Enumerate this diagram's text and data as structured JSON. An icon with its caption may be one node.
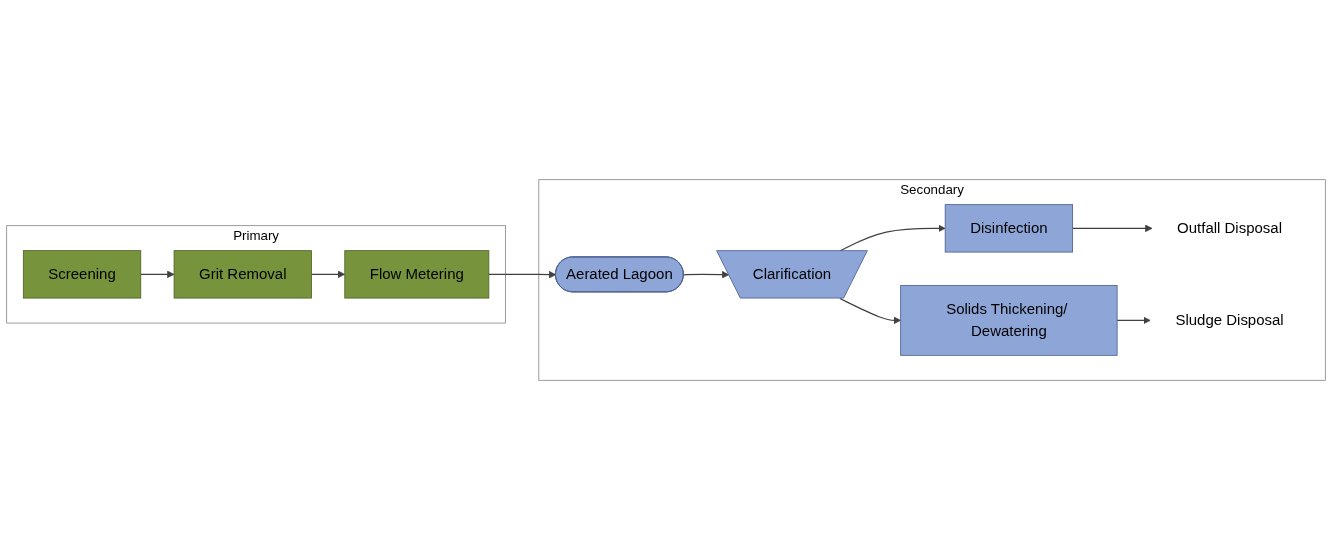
{
  "diagram": {
    "nodes": [
      {
        "text": [
          "Primary"
        ]
      },
      {
        "text": [
          "Screening"
        ],
        "in": 0
      },
      {
        "text": [
          "Grit Removal"
        ],
        "in": 0
      },
      {
        "text": [
          "Flow Metering"
        ],
        "in": 0
      },
      {
        "text": [
          "Secondary"
        ]
      },
      {
        "text": [
          "Aerated Lagoon"
        ],
        "in": 4
      },
      {
        "text": [
          "Clarification"
        ],
        "in": 4
      },
      {
        "text": [
          "Disinfection"
        ],
        "in": 4
      },
      {
        "text": [
          "Outfall Disposal"
        ],
        "in": 4
      },
      {
        "text": [
          "Solids Thickening/ Dewatering"
        ],
        "in": 4
      },
      {
        "text": [
          "Sludge Disposal"
        ],
        "in": 4
      }
    ],
    "edges": [
      {
        "from": 1,
        "to": 2,
        "arrow": "to"
      },
      {
        "from": 2,
        "to": 3,
        "arrow": "to"
      },
      {
        "from": 3,
        "to": 5,
        "arrow": "to"
      },
      {
        "from": 5,
        "to": 6,
        "arrow": "to"
      },
      {
        "from": 6,
        "to": 7,
        "arrow": "to"
      },
      {
        "from": 7,
        "to": 8,
        "arrow": "to"
      },
      {
        "from": 6,
        "to": 9,
        "arrow": "to"
      },
      {
        "from": 9,
        "to": 10,
        "arrow": "to"
      }
    ]
  }
}
